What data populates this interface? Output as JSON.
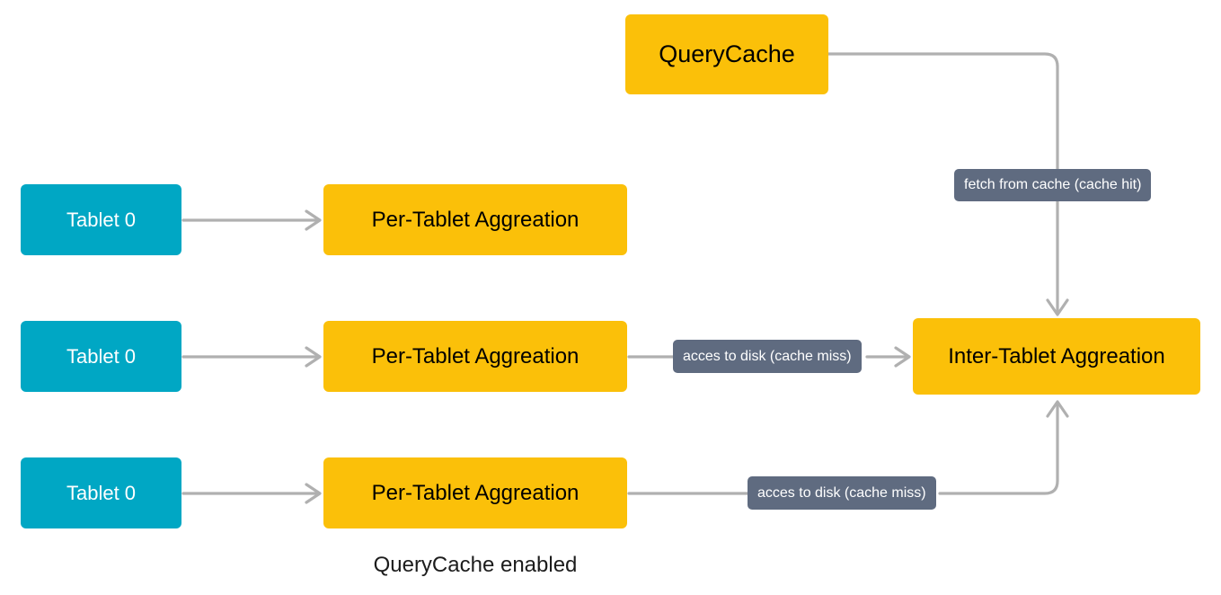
{
  "diagram": {
    "caption": "QueryCache enabled",
    "colors": {
      "yellow_node": "#fbc009",
      "blue_node": "#00a7c4",
      "edge_label_bg": "#5f6b80",
      "edge_stroke": "#b0b0b0",
      "background": "#ffffff",
      "yellow_text": "#000000",
      "blue_text": "#ffffff",
      "edge_label_text": "#ffffff"
    },
    "nodes": {
      "query_cache": "QueryCache",
      "inter_tablet": "Inter-Tablet Aggreation",
      "tablets": [
        "Tablet 0",
        "Tablet 0",
        "Tablet 0"
      ],
      "per_tablet": [
        "Per-Tablet Aggreation",
        "Per-Tablet Aggreation",
        "Per-Tablet Aggreation"
      ]
    },
    "edge_labels": {
      "cache_hit": "fetch from cache (cache hit)",
      "cache_miss_middle": "acces to disk (cache miss)",
      "cache_miss_bottom": "acces to disk (cache miss)"
    }
  }
}
